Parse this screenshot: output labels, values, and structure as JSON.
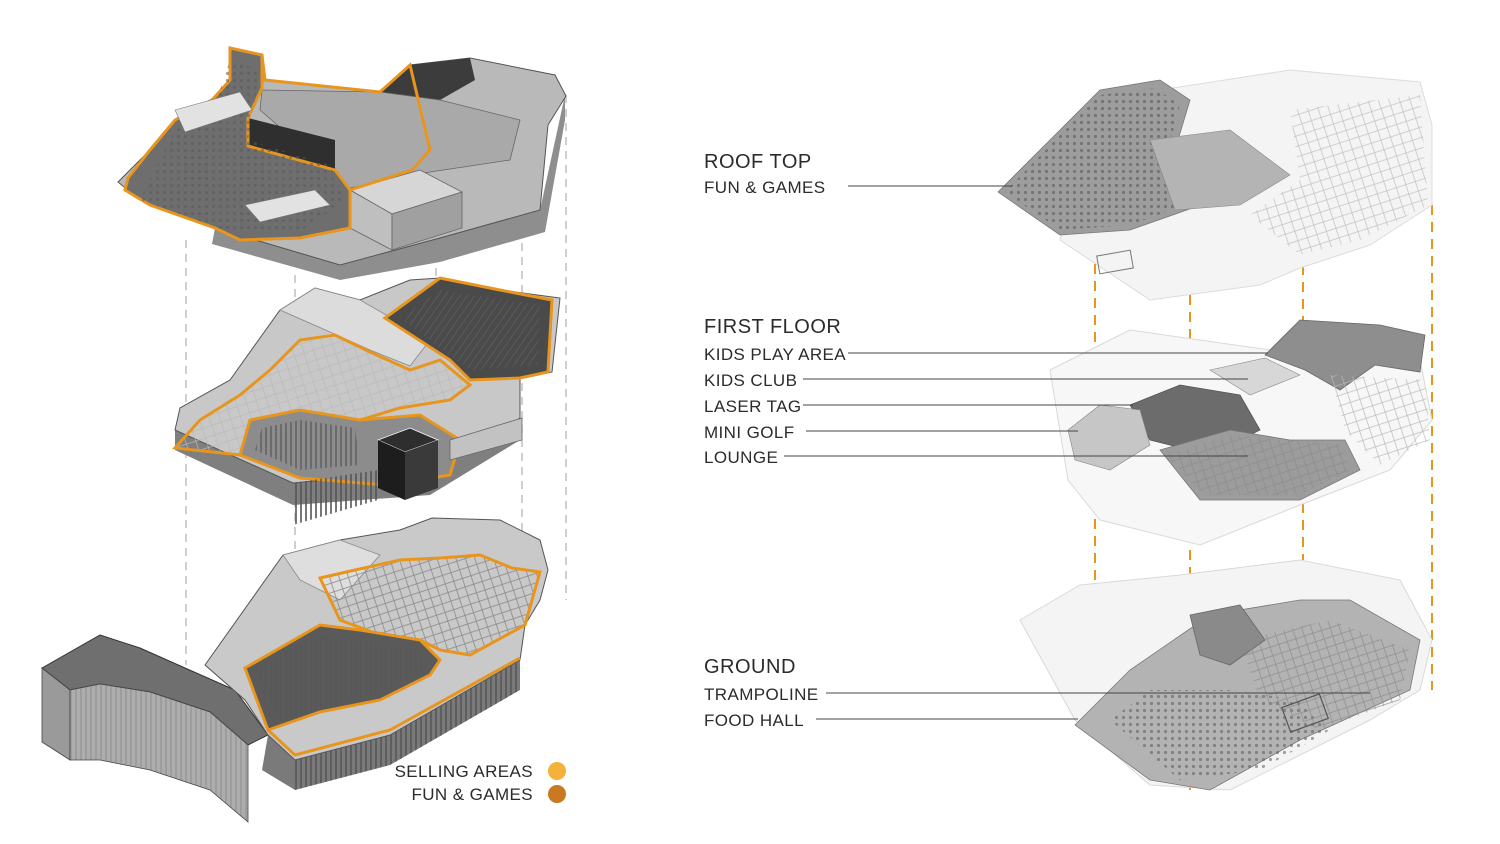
{
  "colors": {
    "selling_areas": "#f4b23a",
    "fun_games": "#c9791f",
    "outline": "#e8951e",
    "slab_top": "#cfcfcf",
    "slab_side": "#8f8f8f",
    "plan_line": "#9a9a9a"
  },
  "levels": [
    {
      "title": "ROOF TOP",
      "items": [
        "FUN & GAMES"
      ]
    },
    {
      "title": "FIRST FLOOR",
      "items": [
        "KIDS PLAY AREA",
        "KIDS CLUB",
        "LASER TAG",
        "MINI GOLF",
        "LOUNGE"
      ]
    },
    {
      "title": "GROUND",
      "items": [
        "TRAMPOLINE",
        "FOOD HALL"
      ]
    }
  ],
  "legend": [
    {
      "label": "SELLING AREAS",
      "color_key": "selling_areas"
    },
    {
      "label": "FUN & GAMES",
      "color_key": "fun_games"
    }
  ]
}
